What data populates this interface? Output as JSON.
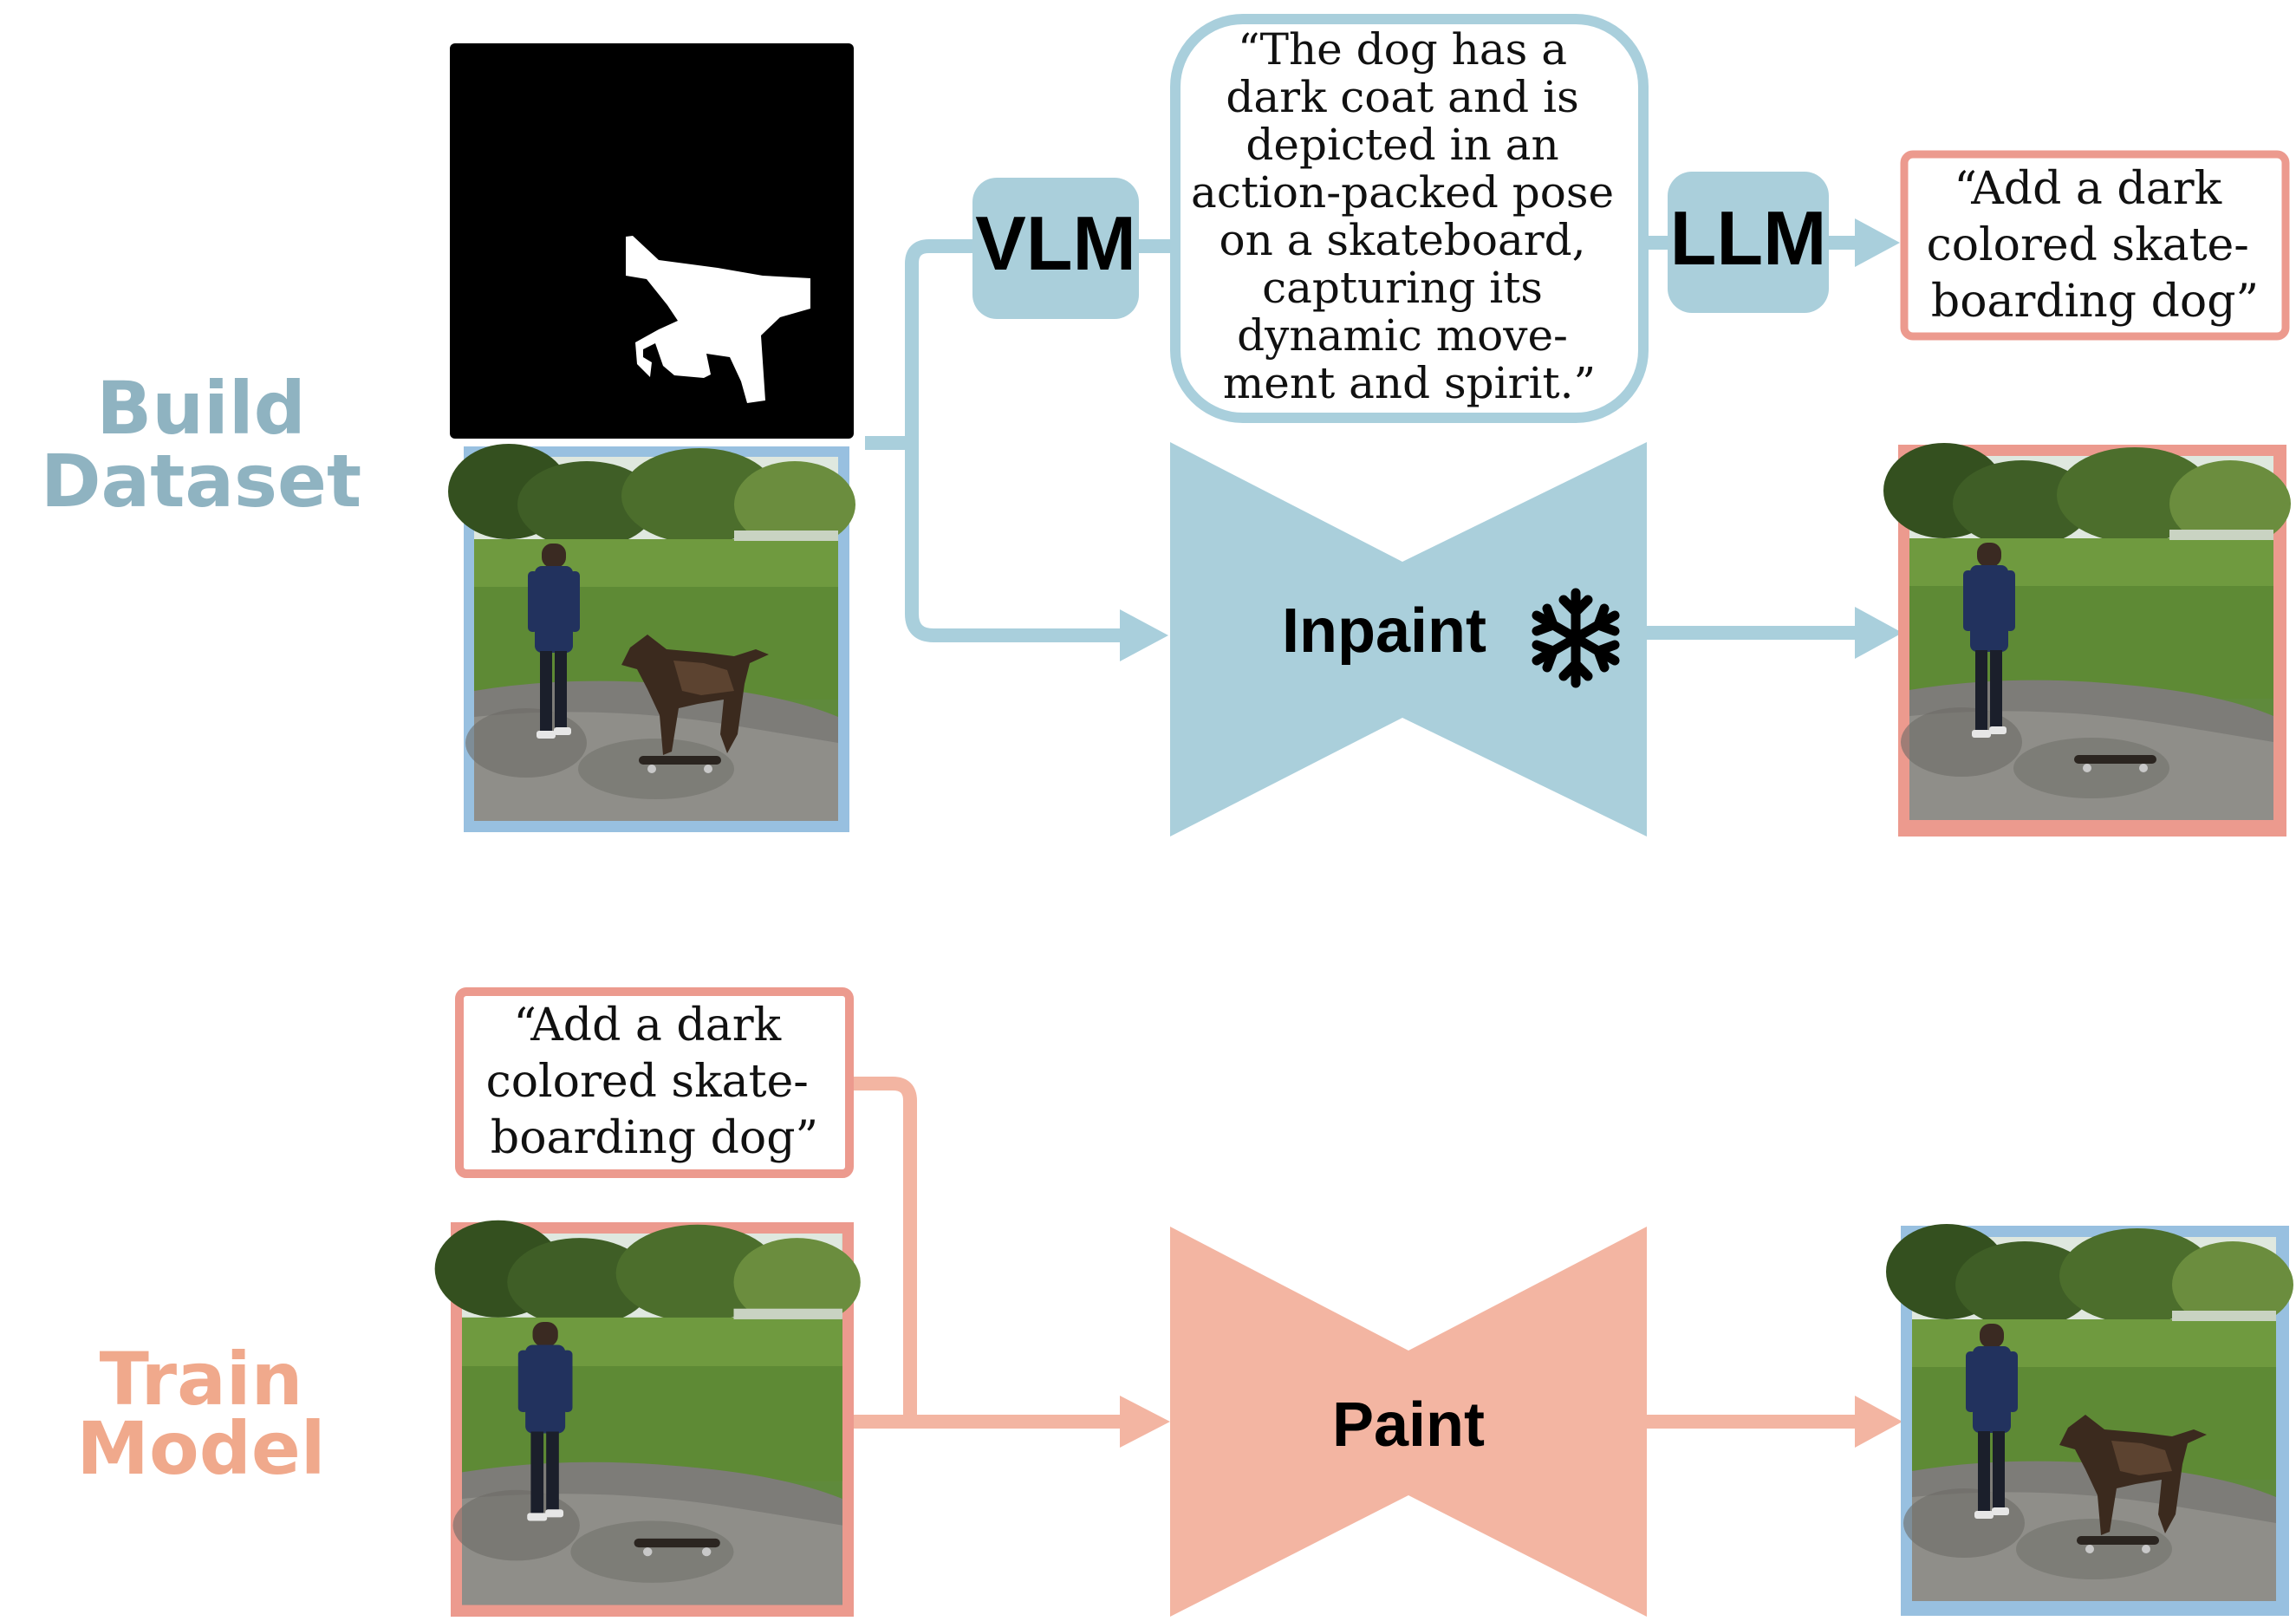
{
  "build_section": {
    "label_line1": "Build",
    "label_line2": "Dataset",
    "vlm_label": "VLM",
    "llm_label": "LLM",
    "caption_lines": [
      "“The dog has a",
      "dark coat and is",
      "depicted in an",
      "action-packed pose",
      "on a skateboard,",
      "capturing its",
      "dynamic move-",
      "ment and spirit.”"
    ],
    "instruction_lines": [
      "“Add a dark",
      "colored skate-",
      "boarding dog”"
    ],
    "inpaint_label": "Inpaint",
    "frozen_icon": "snowflake-icon"
  },
  "train_section": {
    "label_line1": "Train",
    "label_line2": "Model",
    "instruction_lines": [
      "“Add a dark",
      "colored skate-",
      "boarding dog”"
    ],
    "paint_label": "Paint"
  },
  "colors": {
    "blue_line": "#a9cfdc",
    "blue_box": "#aacfdb",
    "blue_label": "#8fb3c1",
    "blue_frame": "#98c0e0",
    "pink_line": "#f3b5a2",
    "pink_frame": "#ec9a8e",
    "pink_label": "#f0a98c"
  }
}
